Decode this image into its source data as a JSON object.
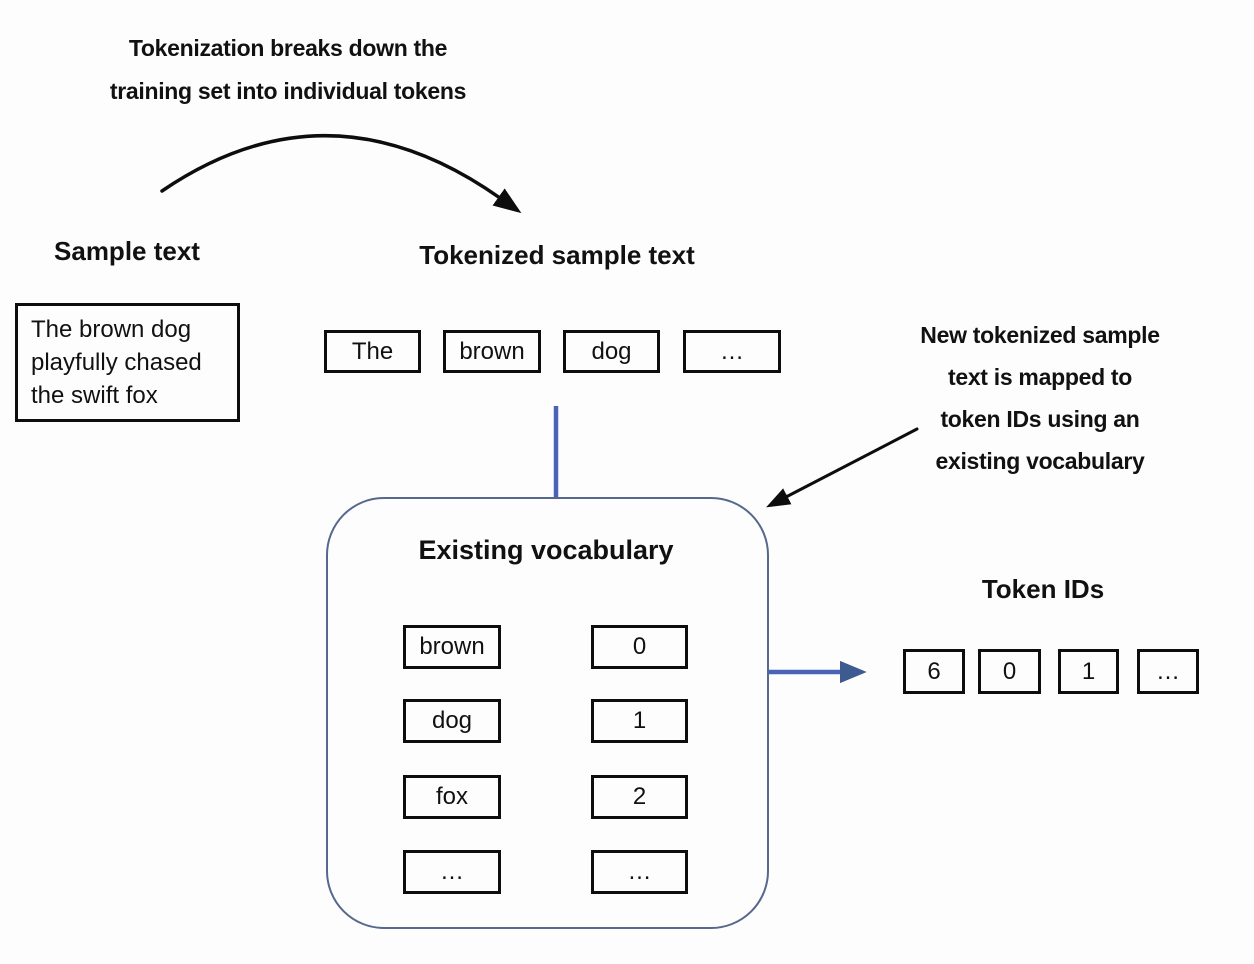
{
  "colors": {
    "ink": "#111111",
    "box_border": "#0d0d0d",
    "connector_blue": "#4a62b8",
    "container_border": "#56688c",
    "background": "#fdfdfd"
  },
  "top_annotation": {
    "lines": [
      "Tokenization breaks down the",
      "training set into individual tokens"
    ]
  },
  "sample": {
    "heading": "Sample text",
    "lines": [
      "The brown dog",
      "playfully chased",
      "the swift fox"
    ]
  },
  "tokenized": {
    "heading": "Tokenized sample text",
    "tokens": [
      "The",
      "brown",
      "dog",
      "…"
    ]
  },
  "right_annotation": {
    "lines": [
      "New tokenized sample",
      "text is mapped to",
      "token IDs using an",
      "existing vocabulary"
    ]
  },
  "vocabulary": {
    "heading": "Existing vocabulary",
    "rows": [
      {
        "word": "brown",
        "id": "0"
      },
      {
        "word": "dog",
        "id": "1"
      },
      {
        "word": "fox",
        "id": "2"
      },
      {
        "word": "…",
        "id": "…"
      }
    ]
  },
  "token_ids": {
    "heading": "Token IDs",
    "values": [
      "6",
      "0",
      "1",
      "…"
    ]
  }
}
